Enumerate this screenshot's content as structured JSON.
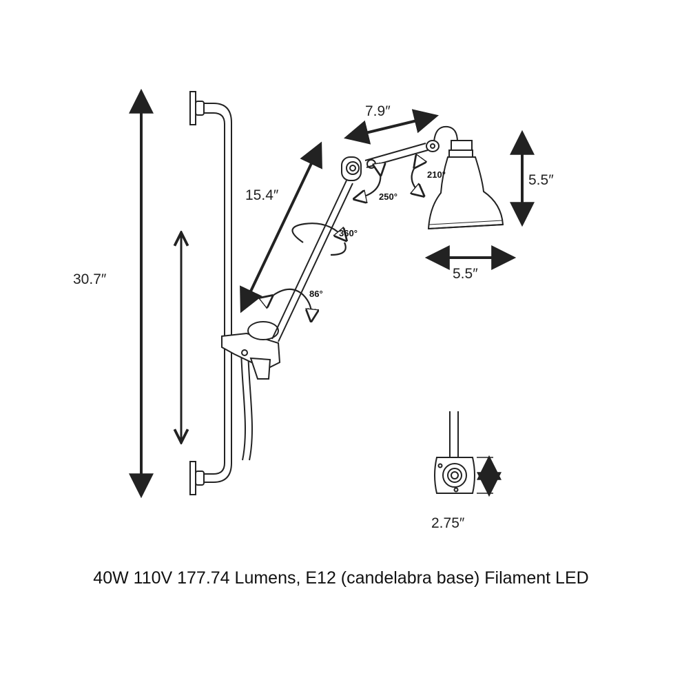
{
  "dimensions": {
    "overall_height": "30.7″",
    "rail_length": "",
    "arm_length": "15.4″",
    "upper_arm_length": "7.9″",
    "shade_height": "5.5″",
    "shade_width": "5.5″",
    "base_diameter": "2.75″"
  },
  "angles": {
    "shade_pivot": "210°",
    "elbow_pivot": "250°",
    "arm_rotation": "360°",
    "base_tilt": "86°"
  },
  "caption": "40W 110V 177.74 Lumens, E12 (candelabra base) Filament LED",
  "colors": {
    "line": "#222222",
    "fill": "#ffffff"
  }
}
